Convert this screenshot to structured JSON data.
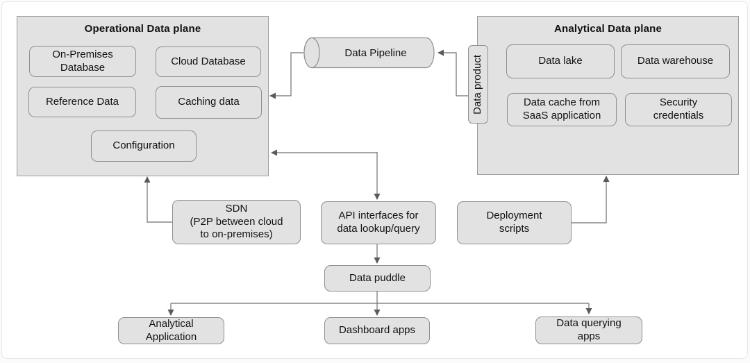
{
  "planes": {
    "operational": {
      "title": "Operational Data plane",
      "on_premises": "On-Premises\nDatabase",
      "cloud": "Cloud Database",
      "reference": "Reference Data",
      "caching": "Caching data",
      "configuration": "Configuration"
    },
    "analytical": {
      "title": "Analytical Data plane",
      "lake": "Data lake",
      "warehouse": "Data warehouse",
      "saas_cache": "Data cache from\nSaaS application",
      "security": "Security\ncredentials"
    }
  },
  "nodes": {
    "pipeline": "Data Pipeline",
    "data_product": "Data product",
    "sdn": "SDN\n(P2P between cloud\nto on-premises)",
    "api": "API interfaces for\ndata lookup/query",
    "deployment": "Deployment\nscripts",
    "puddle": "Data puddle",
    "analytical_app": "Analytical\nApplication",
    "dashboard_apps": "Dashboard apps",
    "querying_apps": "Data querying\napps"
  },
  "colors": {
    "node_fill": "#e2e2e2",
    "node_border": "#8f8f8f",
    "plane_border": "#9c9c9c",
    "arrow": "#5f5f5f",
    "frame_border": "#e7e7e7",
    "text": "#111111"
  }
}
